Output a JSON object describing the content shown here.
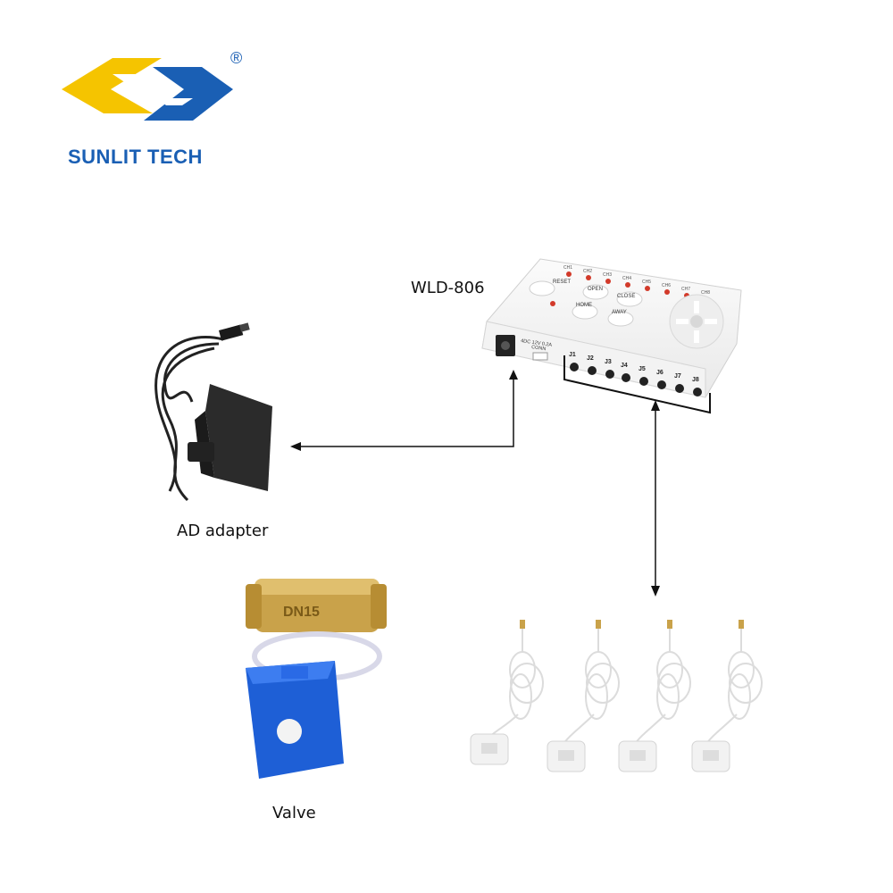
{
  "brand": {
    "name": "SUNLIT TECH",
    "registered_mark": "®",
    "colors": {
      "yellow": "#f5c400",
      "blue": "#1a5fb4"
    }
  },
  "controller": {
    "model": "WLD-806",
    "channel_leds": [
      "CH1",
      "CH2",
      "CH3",
      "CH4",
      "CH5",
      "CH6",
      "CH7",
      "CH8"
    ],
    "buttons": {
      "reset": "RESET",
      "open": "OPEN",
      "close": "CLOSE",
      "home": "HOME",
      "away": "AWAY"
    },
    "power_label": "4DC 12V 0.2A",
    "conn_label": "CONN",
    "jacks": [
      "J1",
      "J2",
      "J3",
      "J4",
      "J5",
      "J6",
      "J7",
      "J8"
    ]
  },
  "labels": {
    "adapter": "AD adapter",
    "valve": "Valve",
    "valve_marking": "DN15"
  },
  "sensors": {
    "count": 4
  }
}
